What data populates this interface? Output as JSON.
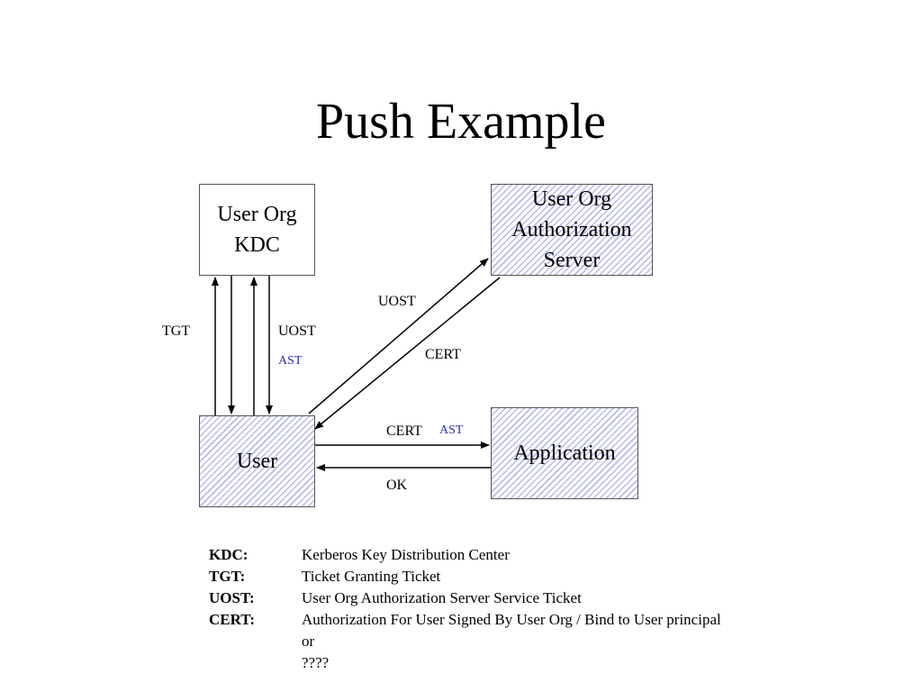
{
  "title": "Push Example",
  "boxes": {
    "kdc": [
      "User Org",
      "KDC"
    ],
    "auth_server": [
      "User Org",
      "Authorization",
      "Server"
    ],
    "user": [
      "User"
    ],
    "application": [
      "Application"
    ]
  },
  "labels": {
    "tgt": "TGT",
    "uost_kdc": "UOST",
    "ast_kdc": "AST",
    "uost_auth": "UOST",
    "cert_auth": "CERT",
    "cert_app": "CERT",
    "ast_app": "AST",
    "ok": "OK"
  },
  "legend": [
    {
      "term": "KDC:",
      "definition": "Kerberos Key Distribution Center"
    },
    {
      "term": "TGT:",
      "definition": "Ticket Granting Ticket"
    },
    {
      "term": "UOST:",
      "definition": "User Org Authorization Server Service Ticket"
    },
    {
      "term": "CERT:",
      "definition": "Authorization For User Signed By User Org / Bind to User principal",
      "continuation": "or ????"
    }
  ],
  "colors": {
    "hatch": "#b9b9ec",
    "annotation_blue": "#2b2bb8"
  }
}
